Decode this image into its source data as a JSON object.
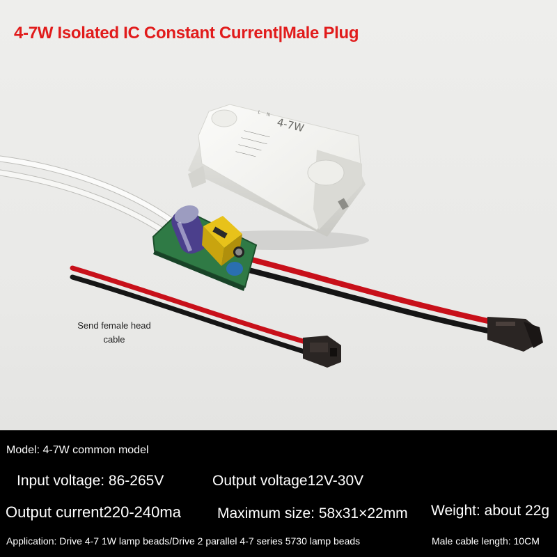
{
  "title": "4-7W Isolated IC Constant Current|Male Plug",
  "caption": "Send female head cable",
  "specs": {
    "model": "Model: 4-7W common model",
    "input_voltage": "Input voltage: 86-265V",
    "output_voltage": "Output voltage\u001a12V-30V",
    "output_current": "Output current\u001a220-240ma",
    "max_size": "Maximum size: 58x31×22mm",
    "weight": "Weight: about 22g",
    "application": "Application: Drive 4-7 1W lamp beads/Drive 2 parallel 4-7 series 5730 lamp beads",
    "cable_length": "Male cable length: 10CM"
  },
  "colors": {
    "title": "#e11b1b",
    "spec_background": "#000000",
    "spec_text": "#ffffff",
    "wire_red": "#c8101a",
    "wire_black": "#151515",
    "pcb_green": "#2f7a45",
    "capacitor_purple": "#4b3f8c",
    "transformer_yellow": "#e8c21a",
    "case_white": "#f2f2ef"
  }
}
